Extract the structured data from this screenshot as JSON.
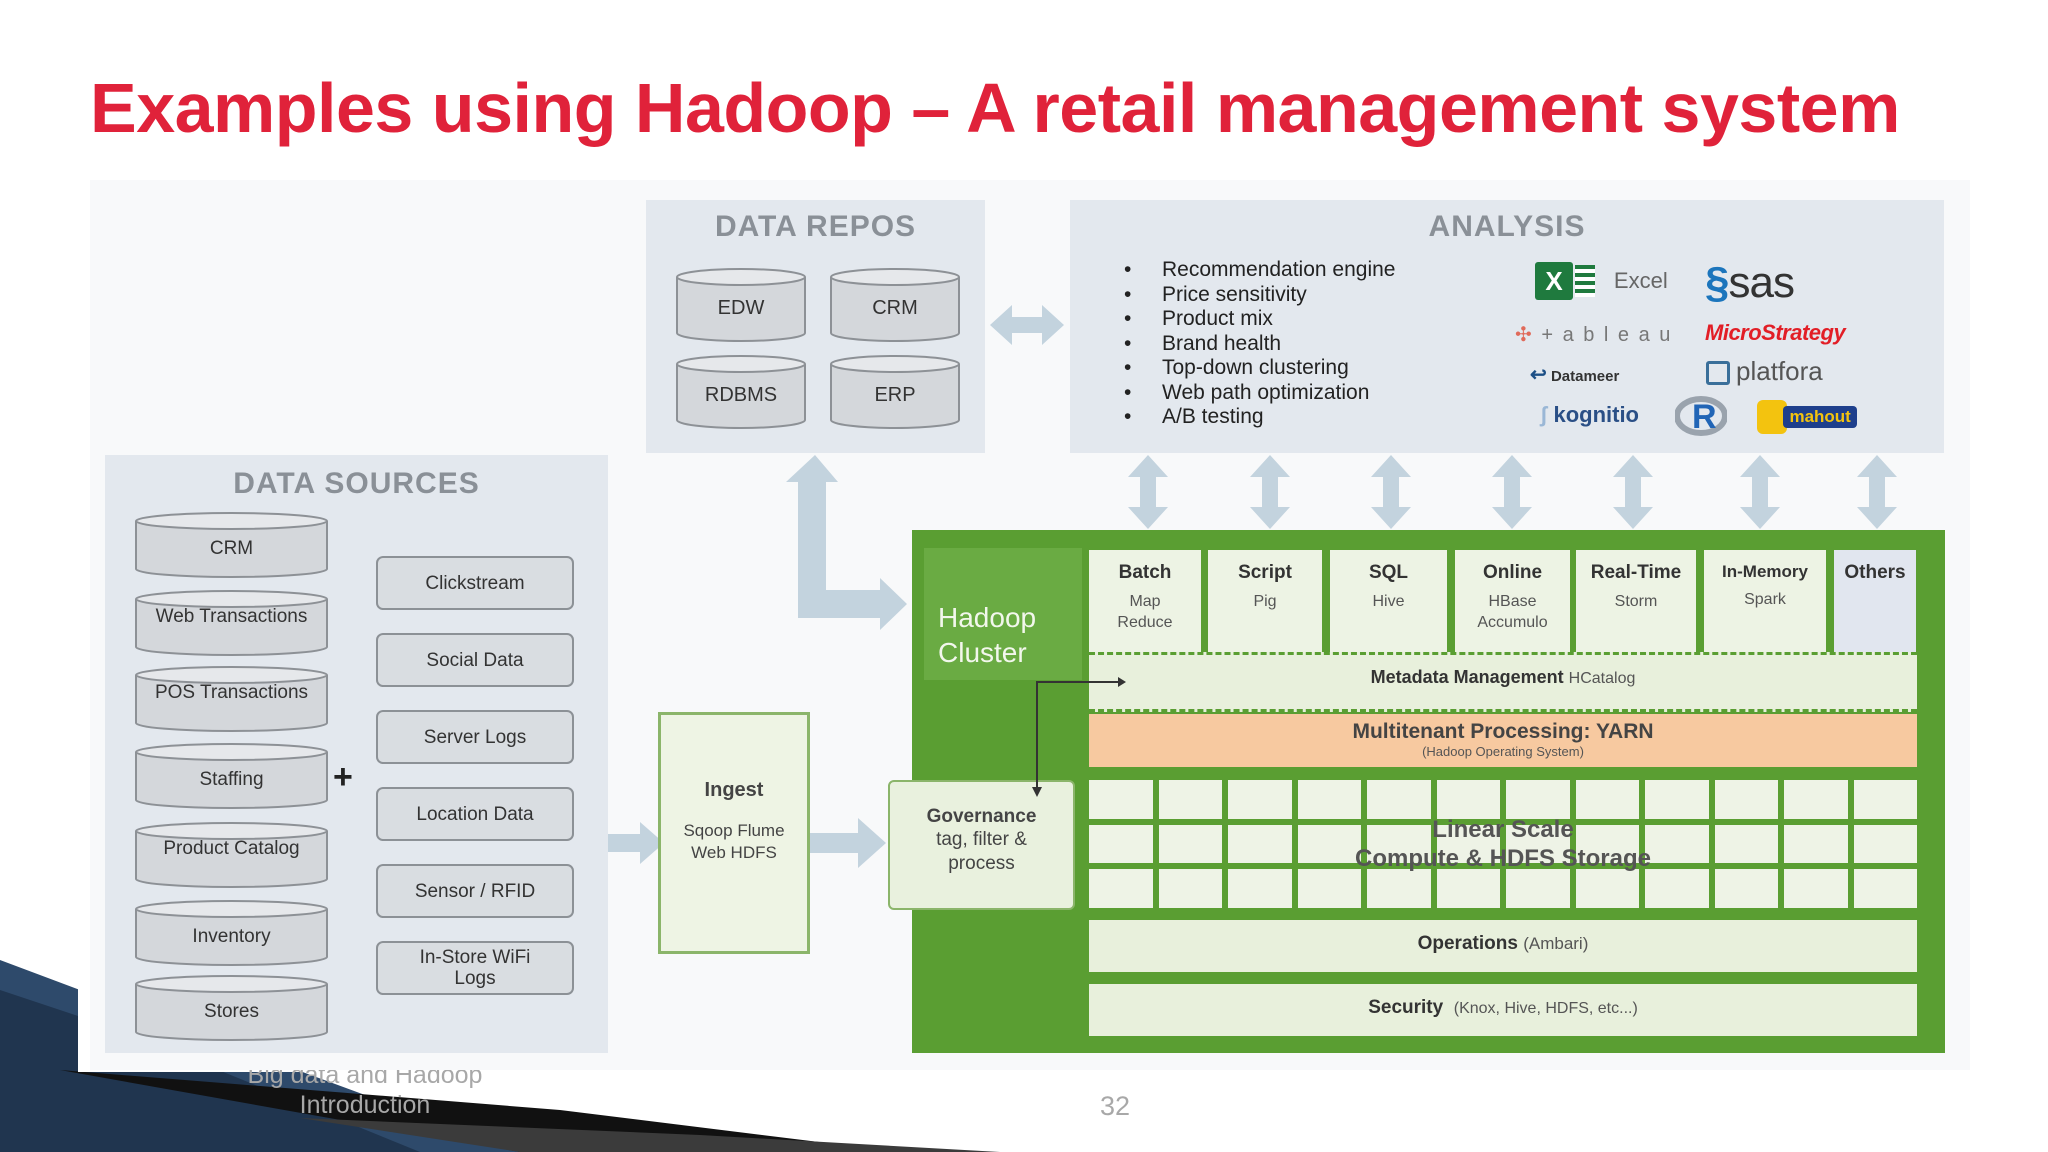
{
  "slide": {
    "title": "Examples using Hadoop – A retail management system",
    "footer_text": "Big data and Hadoop Introduction",
    "footer_line1": "Big data and Hadoop",
    "footer_line2": "Introduction",
    "page_number": "32"
  },
  "data_sources": {
    "title": "DATA SOURCES",
    "left_items": [
      "CRM",
      "Web Transactions",
      "POS Transactions",
      "Staffing",
      "Product Catalog",
      "Inventory",
      "Stores"
    ],
    "right_items": [
      "Clickstream",
      "Social Data",
      "Server Logs",
      "Location Data",
      "Sensor / RFID",
      "In-Store WiFi Logs"
    ],
    "plus": "+"
  },
  "data_repos": {
    "title": "DATA REPOS",
    "items": [
      "EDW",
      "CRM",
      "RDBMS",
      "ERP"
    ]
  },
  "analysis": {
    "title": "ANALYSIS",
    "bullets": [
      "Recommendation engine",
      "Price sensitivity",
      "Product mix",
      "Brand health",
      "Top-down clustering",
      "Web path optimization",
      "A/B testing"
    ],
    "logos": [
      "Excel",
      "sas",
      "+ a b l e a u",
      "MicroStrategy",
      "Datameer",
      "platfora",
      "kognitio",
      "R",
      "mahout"
    ]
  },
  "ingest": {
    "title": "Ingest",
    "tools": "Sqoop Flume Web HDFS"
  },
  "governance": {
    "title": "Governance",
    "subtitle": "tag, filter & process"
  },
  "hadoop": {
    "title": "Hadoop Cluster",
    "engines": [
      {
        "name": "Batch",
        "tool": "Map Reduce"
      },
      {
        "name": "Script",
        "tool": "Pig"
      },
      {
        "name": "SQL",
        "tool": "Hive"
      },
      {
        "name": "Online",
        "tool": "HBase Accumulo"
      },
      {
        "name": "Real-Time",
        "tool": "Storm"
      },
      {
        "name": "In-Memory",
        "tool": "Spark"
      },
      {
        "name": "Others",
        "tool": ""
      }
    ],
    "metadata": {
      "label": "Metadata Management",
      "tool": "HCatalog"
    },
    "yarn": {
      "label": "Multitenant Processing: YARN",
      "sub": "(Hadoop Operating System)"
    },
    "storage": {
      "line1": "Linear Scale",
      "line2": "Compute & HDFS Storage"
    },
    "operations": {
      "label": "Operations",
      "tool": "(Ambari)"
    },
    "security": {
      "label": "Security",
      "tool": "(Knox, Hive, HDFS, etc...)"
    }
  },
  "colors": {
    "title_red": "#e0223a",
    "hadoop_green": "#5a9e32",
    "yarn_orange": "#f7c9a0",
    "panel_gray": "#e3e8ee",
    "arrow_blue": "#bccfdc"
  }
}
